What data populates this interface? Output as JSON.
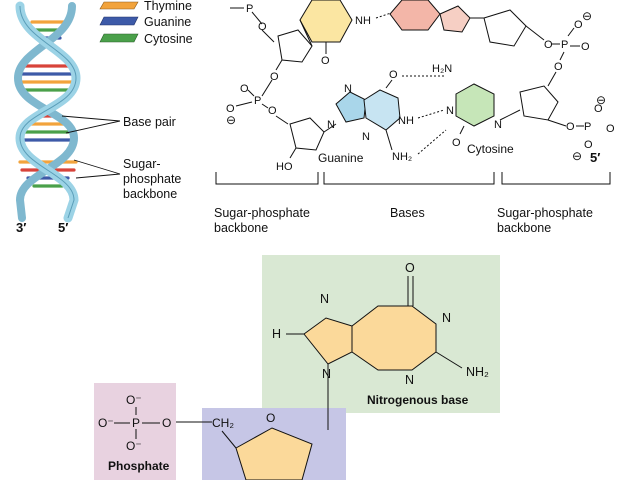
{
  "legend": {
    "thymine": {
      "label": "Thymine",
      "color": "#f2a33c"
    },
    "guanine": {
      "label": "Guanine",
      "color": "#3d5aa8"
    },
    "cytosine": {
      "label": "Cytosine",
      "color": "#4aa04a"
    }
  },
  "helix": {
    "base_pair_label": "Base pair",
    "backbone_label_1": "Sugar-",
    "backbone_label_2": "phosphate",
    "backbone_label_3": "backbone",
    "end_left": "3′",
    "end_right": "5′",
    "strand_color": "#9cd3e6"
  },
  "structure": {
    "atom_labels": {
      "p": "P",
      "o": "O",
      "neg_o": "O",
      "minus": "⊖",
      "nh": "NH",
      "n": "N",
      "h2n": "H₂N",
      "nh2": "NH₂",
      "ho": "HO"
    },
    "guanine_label": "Guanine",
    "cytosine_label": "Cytosine",
    "five_prime": "5′",
    "bracket_labels": {
      "left_1": "Sugar-phosphate",
      "left_2": "backbone",
      "middle": "Bases",
      "right_1": "Sugar-phosphate",
      "right_2": "backbone"
    },
    "colors": {
      "guanine_ring": "#a9d6ea",
      "guanine_ring2": "#c7e4f2",
      "cytosine_ring": "#c6e6b8",
      "thymine_ring": "#fbe6a2",
      "adenine_ring": "#f3b6a8"
    }
  },
  "nucleotide": {
    "base_label": "Nitrogenous base",
    "phosphate_label": "Phosphate",
    "atoms": {
      "o": "O",
      "n": "N",
      "h": "H",
      "nh2": "NH₂",
      "o_minus": "O⁻",
      "p": "P",
      "ch2": "CH₂"
    },
    "colors": {
      "base_box": "#d9e8d3",
      "phosphate_box": "#e8d2e0",
      "sugar_box": "#c6c6e6",
      "base_ring": "#fbd99a"
    }
  }
}
